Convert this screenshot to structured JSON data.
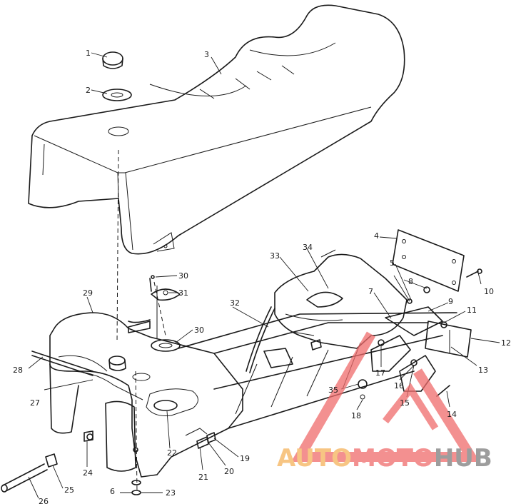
{
  "diagram": {
    "callouts": [
      {
        "id": "1",
        "text": "1"
      },
      {
        "id": "2",
        "text": "2"
      },
      {
        "id": "3",
        "text": "3"
      },
      {
        "id": "4",
        "text": "4"
      },
      {
        "id": "5",
        "text": "5"
      },
      {
        "id": "6",
        "text": "6"
      },
      {
        "id": "7",
        "text": "7"
      },
      {
        "id": "8",
        "text": "8"
      },
      {
        "id": "9",
        "text": "9"
      },
      {
        "id": "10",
        "text": "10"
      },
      {
        "id": "11",
        "text": "11"
      },
      {
        "id": "12",
        "text": "12"
      },
      {
        "id": "13",
        "text": "13"
      },
      {
        "id": "14",
        "text": "14"
      },
      {
        "id": "15",
        "text": "15"
      },
      {
        "id": "16",
        "text": "16"
      },
      {
        "id": "17",
        "text": "17"
      },
      {
        "id": "18",
        "text": "18"
      },
      {
        "id": "19",
        "text": "19"
      },
      {
        "id": "20",
        "text": "20"
      },
      {
        "id": "21",
        "text": "21"
      },
      {
        "id": "22",
        "text": "22"
      },
      {
        "id": "23",
        "text": "23"
      },
      {
        "id": "24",
        "text": "24"
      },
      {
        "id": "25",
        "text": "25"
      },
      {
        "id": "26",
        "text": "26"
      },
      {
        "id": "27",
        "text": "27"
      },
      {
        "id": "28",
        "text": "28"
      },
      {
        "id": "29",
        "text": "29"
      },
      {
        "id": "30a",
        "text": "30"
      },
      {
        "id": "30b",
        "text": "30"
      },
      {
        "id": "31",
        "text": "31"
      },
      {
        "id": "32",
        "text": "32"
      },
      {
        "id": "33",
        "text": "33"
      },
      {
        "id": "34",
        "text": "34"
      },
      {
        "id": "35",
        "text": "35"
      }
    ]
  },
  "watermark": {
    "part1": "AUTO",
    "part2": "MOTO",
    "part3": "HUB",
    "color_auto": "#f5b25a",
    "color_moto": "#ef6b6b",
    "color_hub": "#7d7d7d",
    "triangle_color": "#ef6b6b"
  }
}
